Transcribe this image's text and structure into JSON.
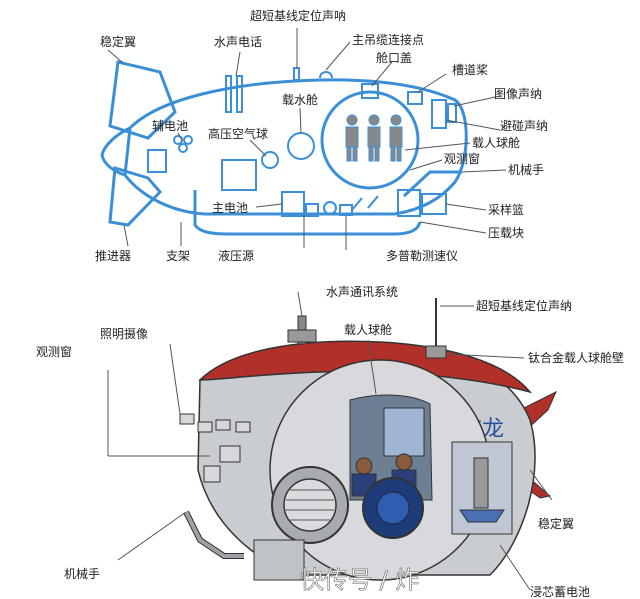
{
  "top_diagram": {
    "labels": {
      "stabilizer": "稳定翼",
      "hydro_phone": "水声电话",
      "usbl_top": "超短基线定位声呐",
      "main_cable": "主吊缆连接点",
      "hatch": "舱口盖",
      "slot_prop": "槽道桨",
      "image_sonar": "图像声纳",
      "aux_battery": "辅电池",
      "ballast_tank": "载水舱",
      "hp_gas": "高压空气球",
      "collision_sonar": "避碰声纳",
      "manned_sphere": "载人球舱",
      "window": "观测窗",
      "manipulator": "机械手",
      "main_battery": "主电池",
      "sample_basket": "采样篮",
      "ballast_block": "压载块",
      "thruster": "推进器",
      "bracket": "支架",
      "hydraulic": "液压源",
      "doppler": "多普勒测速仪"
    }
  },
  "bottom_render": {
    "labels": {
      "acoustic_comm": "水声通讯系统",
      "usbl": "超短基线定位声纳",
      "observation_window": "观测窗",
      "lighting_camera": "照明摄像",
      "sphere": "载人球舱",
      "titanium_wall": "钛合金载人球舱壁",
      "stabilizer": "稳定翼",
      "manipulator": "机械手",
      "battery": "浸芯蓄电池"
    },
    "hull_text": "蛟龙"
  },
  "watermark": "快传号 / 炸",
  "colors": {
    "blueprint": "#3b8fd6",
    "hull_red": "#b2302a",
    "hull_grey": "#c9ccd1"
  }
}
